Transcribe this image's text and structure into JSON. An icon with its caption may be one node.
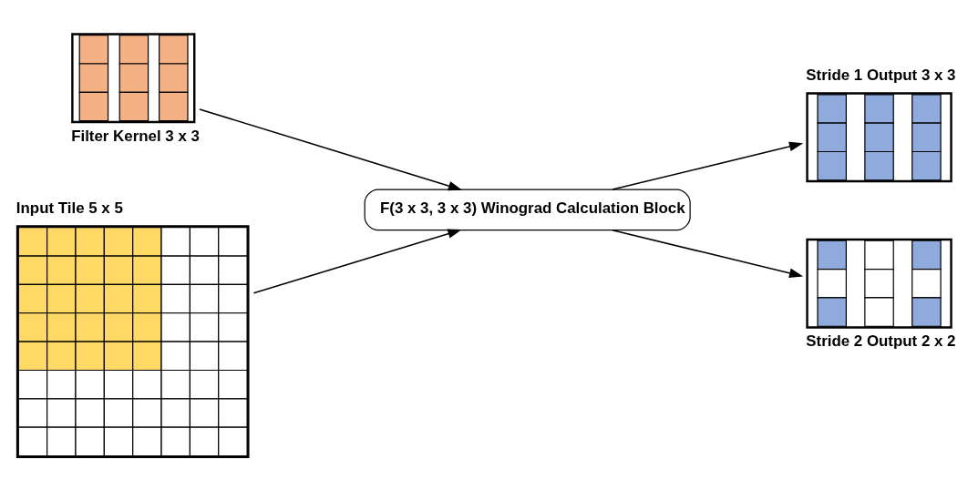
{
  "diagram": {
    "nodes": [
      {
        "text": [
          "Filter Kernel 3 x 3"
        ]
      },
      {
        "text": [
          "Input Tile 5 x 5"
        ]
      },
      {
        "text": [
          "F(3 x 3, 3 x 3) Winograd Calculation Block"
        ]
      },
      {
        "text": [
          "Stride 1 Output 3 x 3"
        ]
      },
      {
        "text": [
          "Stride 2 Output 2 x 2"
        ]
      }
    ],
    "edges": [
      {
        "from": 0,
        "to": 2,
        "arrow": "to"
      },
      {
        "from": 1,
        "to": 2,
        "arrow": "to"
      },
      {
        "from": 2,
        "to": 3,
        "arrow": "to"
      },
      {
        "from": 2,
        "to": 4,
        "arrow": "to"
      }
    ]
  }
}
